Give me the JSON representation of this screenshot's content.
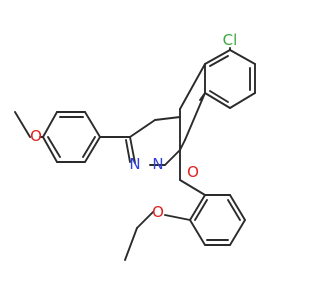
{
  "molecule": {
    "atoms": [
      {
        "id": "cl",
        "label": "Cl",
        "color": "#3ea83e"
      },
      {
        "id": "o_ring",
        "label": "O",
        "color": "#e02020"
      },
      {
        "id": "n1",
        "label": "N",
        "color": "#2f3fe0"
      },
      {
        "id": "n2",
        "label": "N",
        "color": "#2f3fe0"
      },
      {
        "id": "o_methoxy",
        "label": "O",
        "color": "#e02020"
      },
      {
        "id": "o_ethoxy",
        "label": "O",
        "color": "#e02020"
      }
    ],
    "bond_color": "#2b2b2b"
  }
}
